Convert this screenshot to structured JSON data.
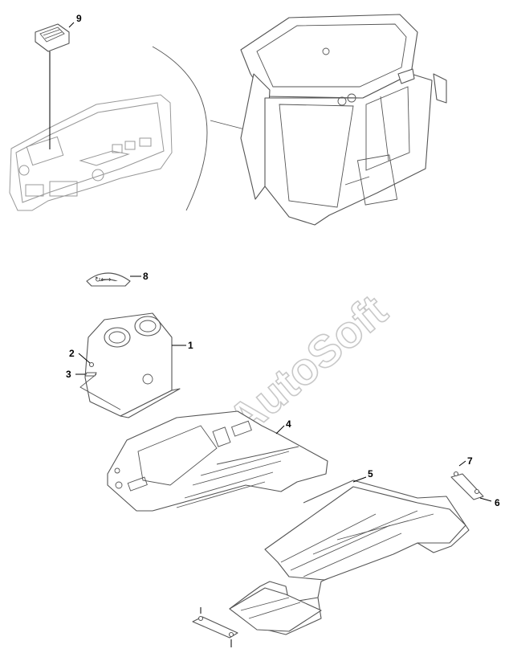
{
  "watermark": "AutoSoft",
  "callouts": {
    "c1": "1",
    "c2": "2",
    "c3": "3",
    "c4": "4",
    "c5": "5",
    "c6": "6",
    "c7": "7",
    "c8": "8",
    "c9": "9"
  }
}
